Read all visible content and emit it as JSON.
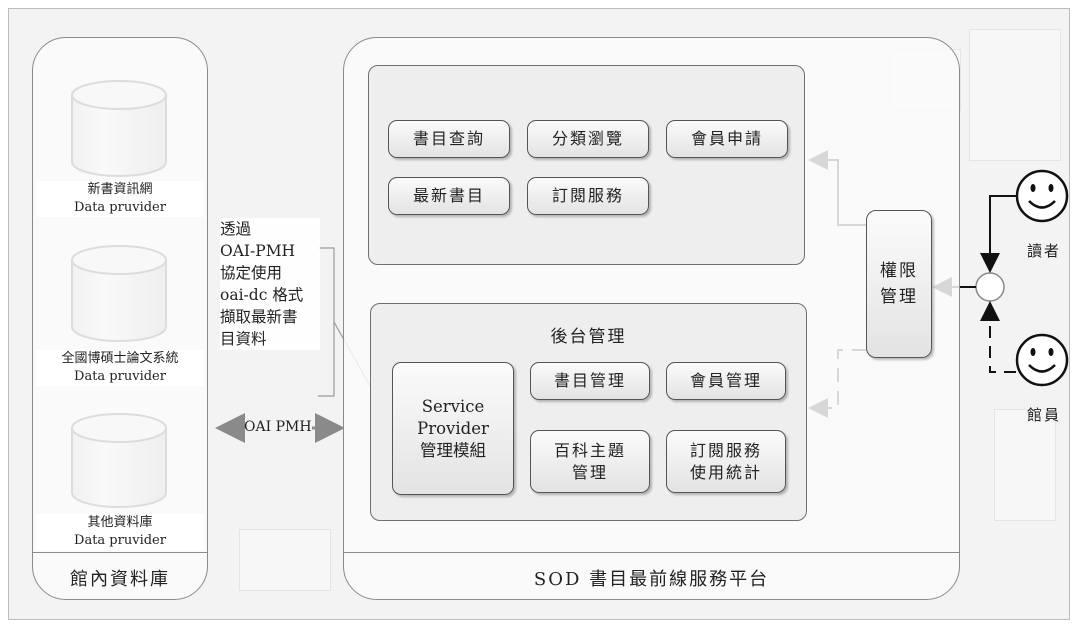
{
  "left_panel": {
    "title": "館內資料庫",
    "databases": [
      {
        "label": "新書資訊網\nData pruvider"
      },
      {
        "label": "全國博碩士論文系統\nData pruvider"
      },
      {
        "label": "其他資料庫\nData pruvider"
      }
    ]
  },
  "harvest_note": "透過\nOAI-PMH\n協定使用\noai-dc 格式\n擷取最新書\n目資料",
  "protocol_label": "OAI PMH",
  "platform": {
    "title": "SOD 書目最前線服務平台",
    "frontend_buttons": [
      "書目查詢",
      "分類瀏覽",
      "會員申請",
      "最新書目",
      "訂閱服務"
    ],
    "backend": {
      "title": "後台管理",
      "service_provider": "Service\nProvider\n管理模組",
      "buttons": [
        "書目管理",
        "會員管理",
        "百科主題\n管理",
        "訂閱服務\n使用統計"
      ]
    }
  },
  "access_control": "權限\n管理",
  "users": {
    "reader": "讀者",
    "librarian": "館員"
  }
}
